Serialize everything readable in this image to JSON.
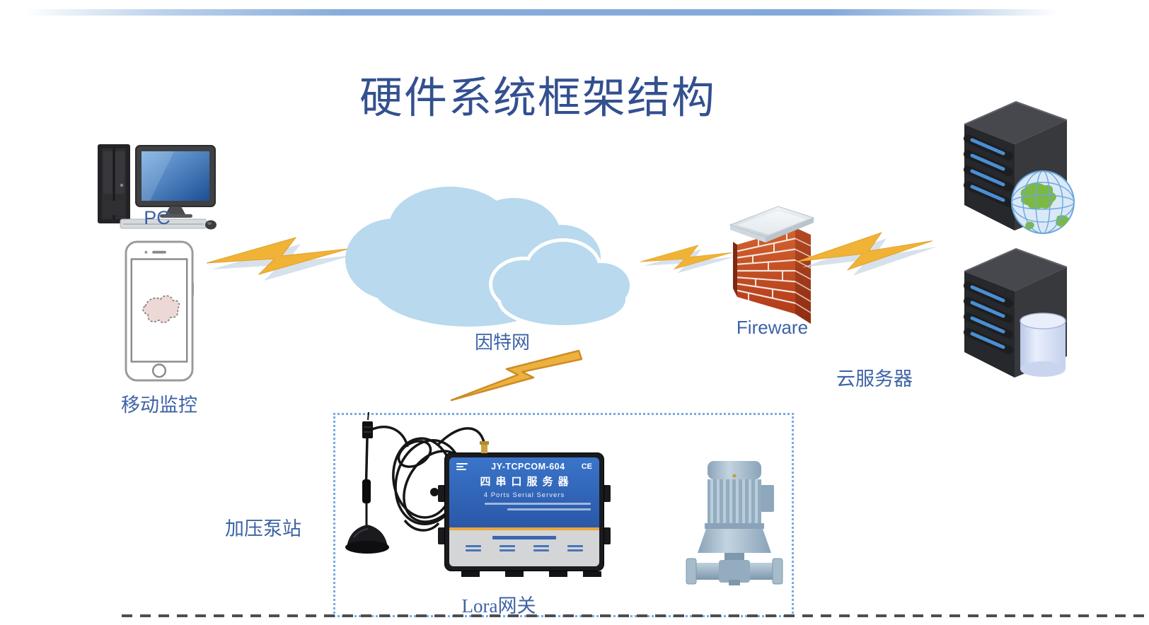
{
  "title": "硬件系统框架结构",
  "nodes": {
    "pc": {
      "label": "PC"
    },
    "mobile": {
      "label": "移动监控"
    },
    "internet": {
      "label": "因特网"
    },
    "firewall": {
      "label": "Fireware"
    },
    "cloud_server": {
      "label": "云服务器"
    },
    "pump_station": {
      "label": "加压泵站"
    },
    "lora_gateway": {
      "label": "Lora网关"
    }
  },
  "device": {
    "model": "JY-TCPCOM-604",
    "ce_mark": "CE",
    "name_cn": "四串口服务器",
    "name_en": "4 Ports Serial Servers"
  },
  "colors": {
    "title_text": "#33508f",
    "label_text": "#3d63a6",
    "cloud_fill": "#b8d9ee",
    "lightning": "#f0b335",
    "brick_red": "#c0441f",
    "device_panel_blue": "#2f63b5",
    "device_stripe_orange": "#e9a63e",
    "dotted_border": "#77a9e5",
    "top_bar_blue": "#84abda"
  }
}
